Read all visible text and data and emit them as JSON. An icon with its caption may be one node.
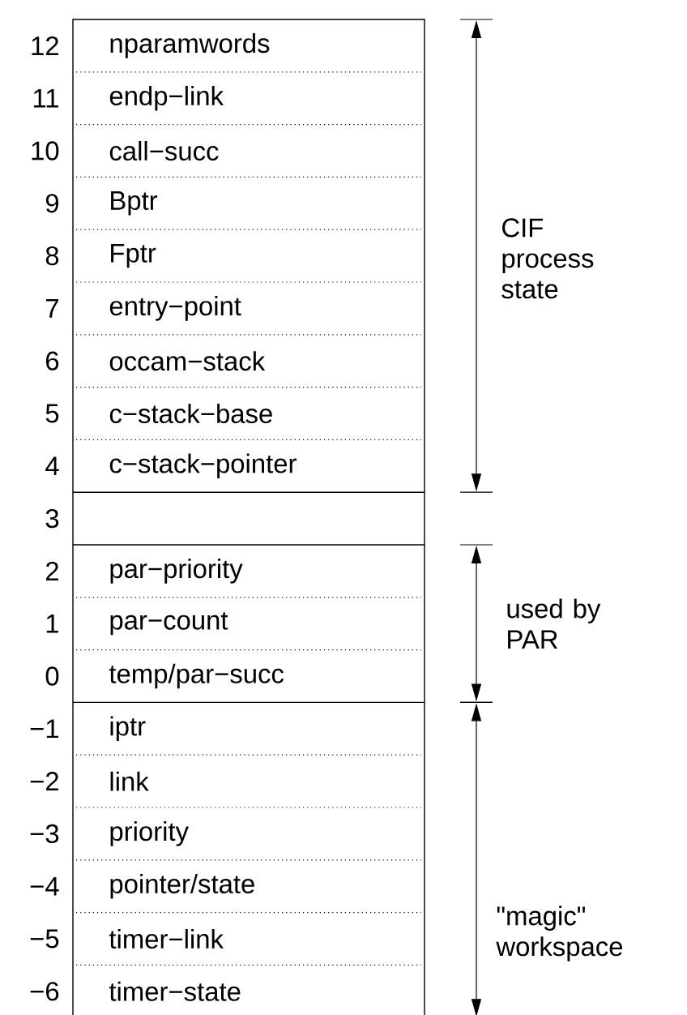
{
  "diagram": {
    "labels": [
      "12",
      "nparamwords",
      "11",
      "endp−link",
      "10",
      "call−succ",
      "9",
      "Bptr",
      "8",
      "Fptr",
      "7",
      "entry−point",
      "6",
      "occam−stack",
      "5",
      "c−stack−base",
      "4",
      "c−stack−pointer",
      "3",
      "2",
      "par−priority",
      "1",
      "par−count",
      "0",
      "temp/par−succ",
      "−1",
      "iptr",
      "−2",
      "link",
      "−3",
      "priority",
      "−4",
      "pointer/state",
      "−5",
      "timer−link",
      "−6",
      "timer−state",
      "CIF process state",
      "used by PAR",
      "\"magic\" workspace"
    ]
  }
}
